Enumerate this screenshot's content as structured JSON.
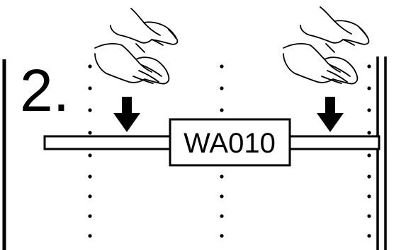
{
  "step": {
    "number": "2."
  },
  "part": {
    "code": "WA010"
  },
  "colors": {
    "ink": "#000000",
    "paper": "#ffffff"
  },
  "icons": [
    "hand-icon-left",
    "hand-icon-right",
    "down-arrow-icon-left",
    "down-arrow-icon-right"
  ]
}
